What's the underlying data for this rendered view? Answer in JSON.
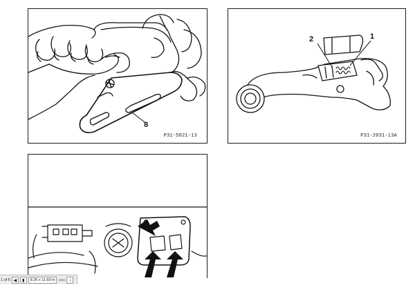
{
  "figures": [
    {
      "code": "P31-5021-13",
      "callouts": [
        "8"
      ]
    },
    {
      "code": "P31-2031-13A",
      "callouts": [
        "2",
        "1"
      ]
    },
    {
      "code": "",
      "callouts": []
    }
  ],
  "viewer": {
    "page_indicator": "1 of 6",
    "page_size": "8.26 x 11.69 in",
    "zoom_label": "40/51"
  },
  "icons": {
    "first_page": "first-page-icon",
    "prev_page": "prev-page-icon",
    "next_page": "next-page-icon",
    "scroll_left": "scroll-left-icon"
  }
}
